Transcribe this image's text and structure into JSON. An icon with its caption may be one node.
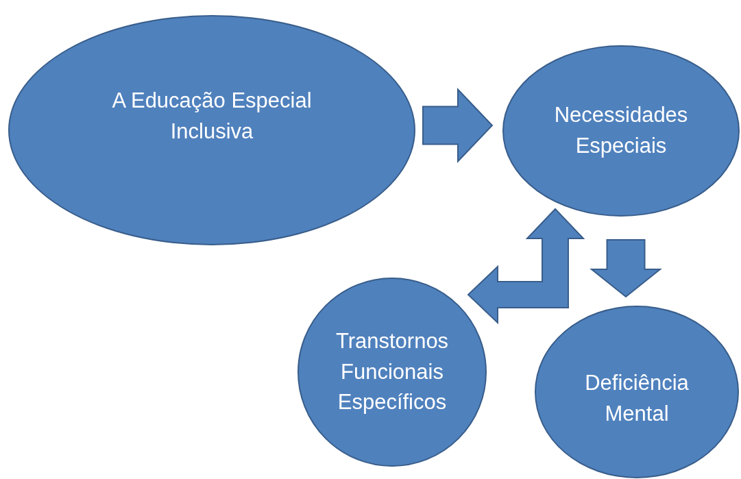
{
  "diagram": {
    "nodes": [
      {
        "text": [
          "A Educação Especial Inclusiva"
        ]
      },
      {
        "text": [
          "Necessidades Especiais"
        ]
      },
      {
        "text": [
          "Transtornos Funcionais Específicos"
        ]
      },
      {
        "text": [
          "Deficiência Mental"
        ]
      }
    ],
    "edges": [
      {
        "from": 0,
        "to": 1,
        "arrow": "to"
      },
      {
        "from": 1,
        "to": 3,
        "arrow": "to"
      },
      {
        "from": 1,
        "to": 2,
        "arrow": "both"
      }
    ]
  }
}
